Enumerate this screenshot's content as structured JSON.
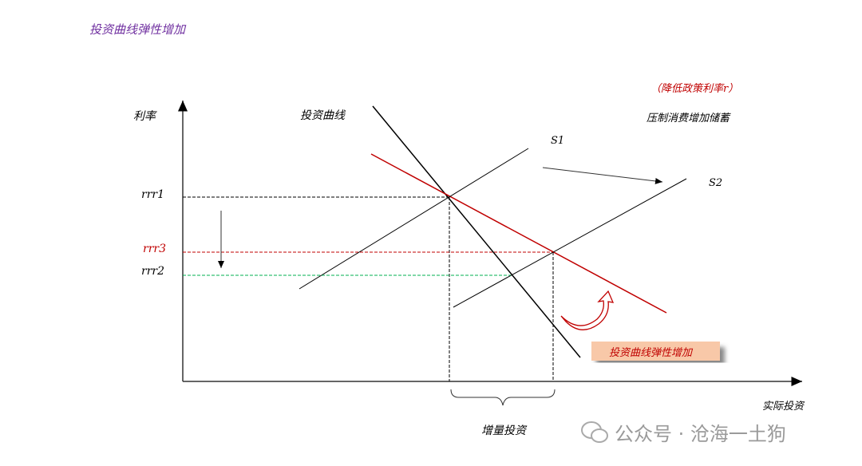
{
  "title": "投资曲线弹性增加",
  "axes": {
    "y_label": "利率",
    "x_label": "实际投资"
  },
  "curves": {
    "investment": "投资曲线",
    "s1": "S1",
    "s2": "S2"
  },
  "rates": {
    "rrr1": "rrr1",
    "rrr3": "rrr3",
    "rrr2": "rrr2"
  },
  "annotations": {
    "policy": "（降低政策利率r）",
    "suppress": "压制消费增加储蓄",
    "increment": "增量投资",
    "elasticity_box": "投资曲线弹性增加"
  },
  "watermark": "公众号 · 沧海一土狗",
  "colors": {
    "title": "#7030a0",
    "red": "#c00000",
    "green": "#00b050",
    "box": "#f8c8a8"
  }
}
